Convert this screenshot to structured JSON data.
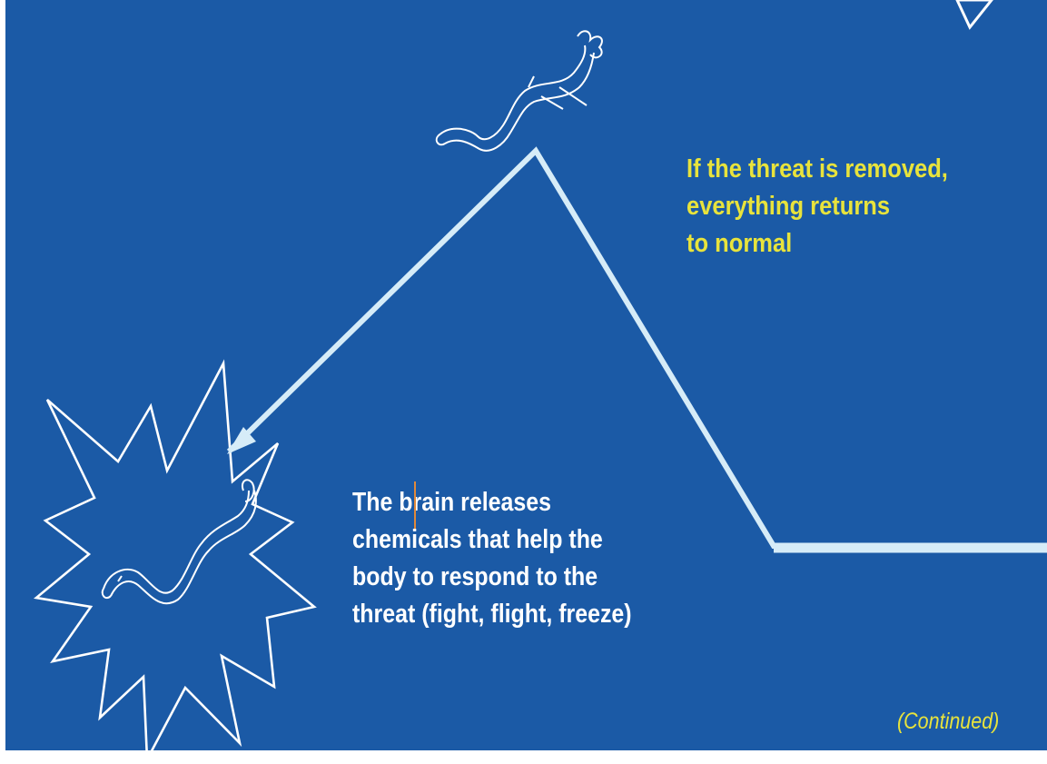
{
  "annotations": {
    "removed": {
      "lines": [
        "If the threat is removed,",
        "everything returns",
        "to normal"
      ]
    },
    "brain": {
      "lines": [
        "The brain releases",
        "chemicals that help the",
        "body to respond to the",
        "threat  (fight, flight, freeze)"
      ]
    },
    "continued": "(Continued)"
  },
  "colors": {
    "background": "#1b5aa6",
    "line": "#d6ecf8",
    "highlight_text": "#e8e33c",
    "body_text": "#ffffff",
    "caret": "#e0893a"
  },
  "icons": {
    "top_snake": "snake-icon",
    "bottom_snake": "snake-icon",
    "burst": "starburst-icon"
  }
}
